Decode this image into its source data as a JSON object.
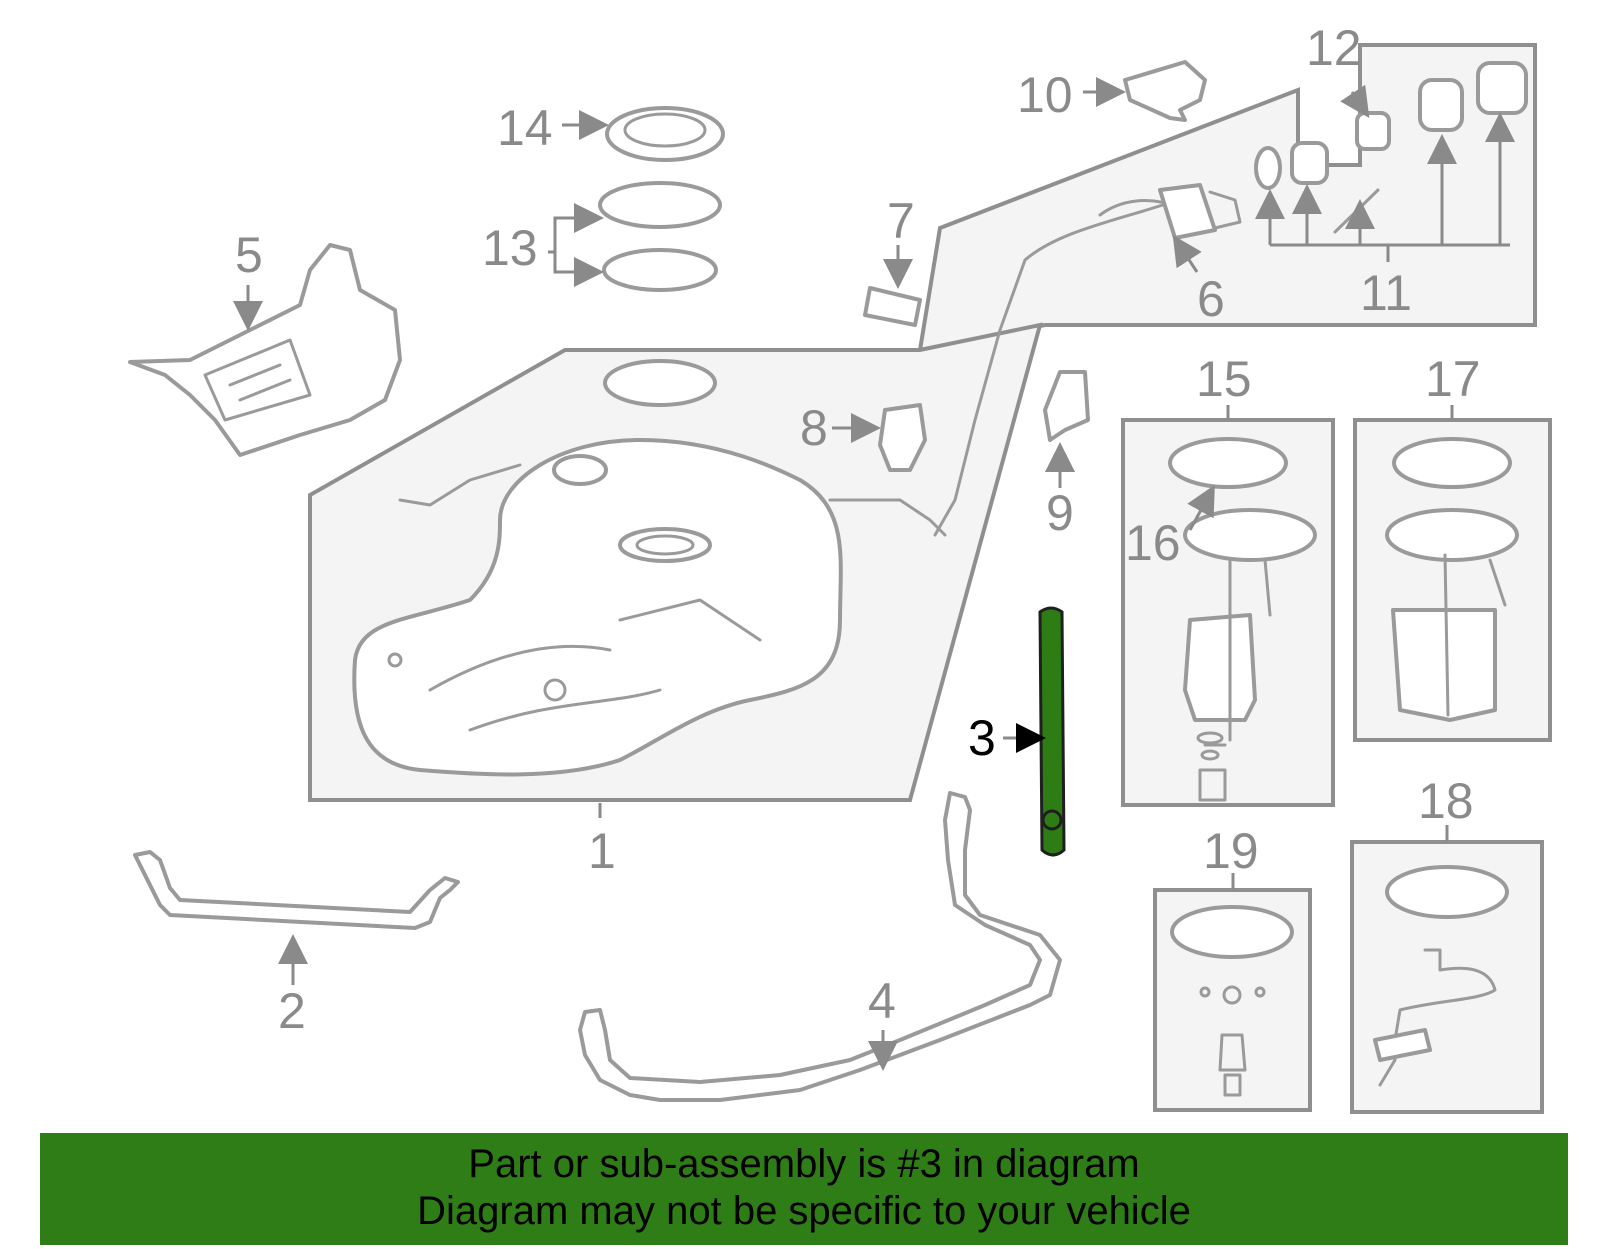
{
  "callouts": {
    "c1": "1",
    "c2": "2",
    "c3": "3",
    "c4": "4",
    "c5": "5",
    "c6": "6",
    "c7": "7",
    "c8": "8",
    "c9": "9",
    "c10": "10",
    "c11": "11",
    "c12": "12",
    "c13": "13",
    "c14": "14",
    "c15": "15",
    "c16": "16",
    "c17": "17",
    "c18": "18",
    "c19": "19"
  },
  "highlight": {
    "part_number": "3",
    "color": "#2f7d17"
  },
  "banner": {
    "line1": "Part or sub-assembly is #3 in diagram",
    "line2": "Diagram may not be specific to your vehicle",
    "background": "#2f7d17"
  },
  "colors": {
    "line_gray": "#9a9a9a",
    "panel_fill": "#f4f4f4"
  }
}
